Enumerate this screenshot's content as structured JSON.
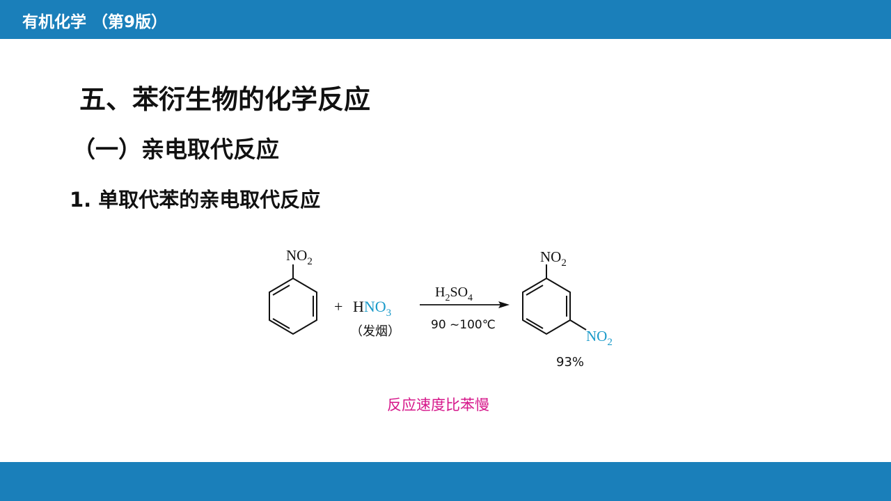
{
  "header": {
    "title": "有机化学 （第9版）"
  },
  "heading1": "五、苯衍生物的化学反应",
  "heading2": "（一）亲电取代反应",
  "heading3": "1. 单取代苯的亲电取代反应",
  "reaction": {
    "reactant_group": {
      "main": "NO",
      "sub": "2"
    },
    "plus": "+",
    "reagent": {
      "h": "H",
      "group": "NO",
      "sub": "3"
    },
    "reagent_note": "（发烟）",
    "catalyst": {
      "a": "H",
      "a_sub": "2",
      "b": "SO",
      "b_sub": "4"
    },
    "conditions": "90 ~100℃",
    "product_group_top": {
      "main": "NO",
      "sub": "2"
    },
    "product_group_meta": {
      "main": "NO",
      "sub": "2"
    },
    "yield": "93%"
  },
  "note": "反应速度比苯慢",
  "colors": {
    "bar": "#1a7fba",
    "highlight": "#1a9ac9",
    "note": "#d6168a"
  }
}
